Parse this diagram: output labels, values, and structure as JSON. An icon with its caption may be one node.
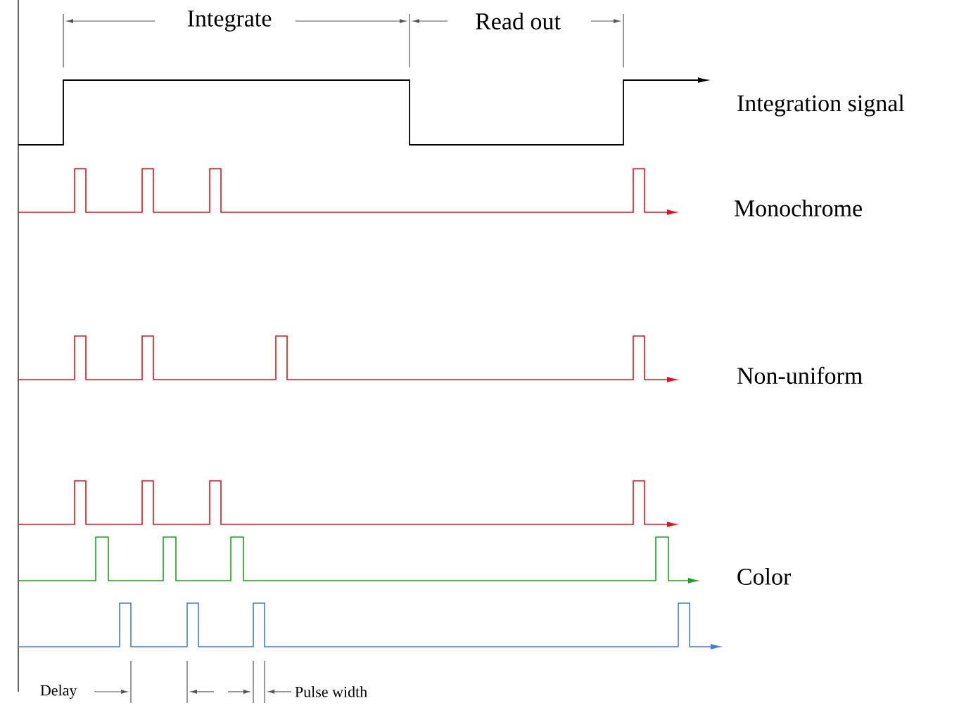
{
  "diagram": {
    "labels": [
      "Integrate",
      "Read out",
      "Integration signal",
      "Monochrome",
      "Non-uniform",
      "Color",
      "Delay",
      "Pulse width"
    ]
  }
}
